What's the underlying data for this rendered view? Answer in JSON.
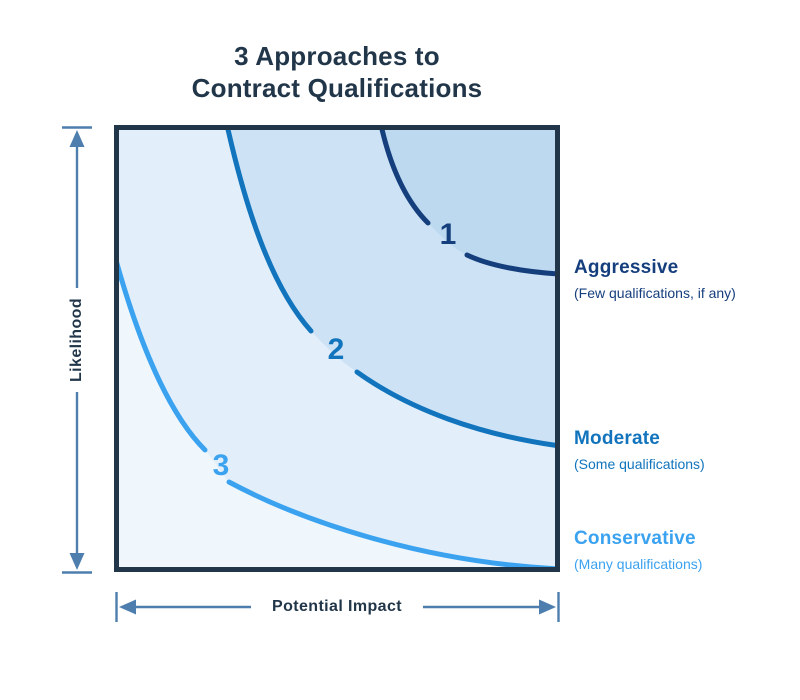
{
  "title": {
    "line1": "3 Approaches to",
    "line2": "Contract Qualifications"
  },
  "axes": {
    "y_label": "Likelihood",
    "x_label": "Potential Impact"
  },
  "approaches": [
    {
      "number": "1",
      "label": "Aggressive",
      "description": "(Few qualifications, if any)",
      "color": "#153e7d",
      "fill": "#bcd9f0"
    },
    {
      "number": "2",
      "label": "Moderate",
      "description": "(Some qualifications)",
      "color": "#1174bd",
      "fill": "#cde2f5"
    },
    {
      "number": "3",
      "label": "Conservative",
      "description": "(Many qualifications)",
      "color": "#3ba2f0",
      "fill": "#e2eef9"
    }
  ],
  "palette": {
    "title_text": "#22364a",
    "plot_border": "#22364a",
    "axis_arrow": "#4d7eae",
    "outer_region_fill": "#eff6fc",
    "background": "#ffffff"
  }
}
